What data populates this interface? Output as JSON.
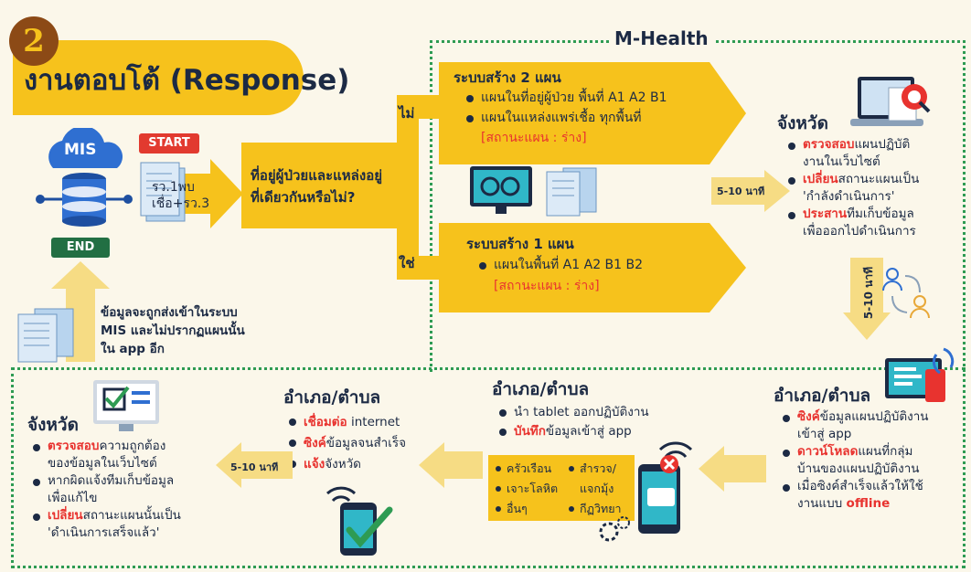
{
  "step_number": "2",
  "title": "งานตอบโต้ (Response)",
  "mhealth_label": "M-Health",
  "left": {
    "mis_label": "MIS",
    "start_label": "START",
    "end_label": "END",
    "forms_line1": "รว.1พบ",
    "forms_line2": "เชื่อ+รว.3",
    "question_line1": "ที่อยู่ผู้ป่วยและแหล่งอยู่",
    "question_line2": "ที่เดียวกันหรือไม่?",
    "no_label": "ไม่",
    "yes_label": "ใช่",
    "back_text_line1": "ข้อมูลจะถูกส่งเข้าในระบบ",
    "back_text_line2": "MIS และไม่ปรากฏแผนนั้น",
    "back_text_line3": "ใน app อีก"
  },
  "plan2": {
    "title": "ระบบสร้าง 2 แผน",
    "items": [
      "แผนในที่อยู่ผู้ป่วย พื้นที่ A1 A2 B1",
      "แผนในแหล่งแพร่เชื้อ ทุกพื้นที่"
    ],
    "status": "[สถานะแผน : ร่าง]"
  },
  "plan1": {
    "title": "ระบบสร้าง 1 แผน",
    "items": [
      "แผนในพื้นที่ A1 A2 B1 B2"
    ],
    "status": "[สถานะแผน : ร่าง]"
  },
  "timing": {
    "right_top": "5-10 นาที",
    "right_vertical": "5-10 นาที",
    "bottom_left": "5-10 นาที"
  },
  "province_top": {
    "title": "จังหวัด",
    "items": [
      {
        "hl": "ตรวจสอบ",
        "rest": "แผนปฏิบัติ",
        "cont": "งานในเว็บไซต์"
      },
      {
        "hl": "เปลี่ยน",
        "rest": "สถานะแผนเป็น",
        "cont": "'กำลังดำเนินการ'"
      },
      {
        "hl": "ประสาน",
        "rest": "ทีมเก็บข้อมูล",
        "cont": "เพื่อออกไปดำเนินการ"
      }
    ]
  },
  "district_right": {
    "title": "อำเภอ/ตำบล",
    "items": [
      {
        "hl": "ซิงค์",
        "rest": "ข้อมูลแผนปฏิบัติงาน",
        "cont": "เข้าสู่ app"
      },
      {
        "hl": "ดาวน์โหลด",
        "rest": "แผนที่กลุ่ม",
        "cont": "บ้านของแผนปฏิบัติงาน"
      },
      {
        "hl": "",
        "rest": "เมื่อซิงค์สำเร็จแล้วให้ใช้",
        "cont": "งานแบบ ",
        "tail": "offline"
      }
    ]
  },
  "district_mid": {
    "title": "อำเภอ/ตำบล",
    "item1": "นำ tablet ออกปฏิบัติงาน",
    "item2_hl": "บันทึก",
    "item2_rest": "ข้อมูลเข้าสู่ app",
    "grid": [
      "ครัวเรือน",
      "สำรวจ/",
      "เจาะโลหิต",
      "แจกมุ้ง",
      "อื่นๆ",
      "กีฏวิทยา"
    ]
  },
  "district_left": {
    "title": "อำเภอ/ตำบล",
    "items": [
      {
        "hl": "เชื่อมต่อ",
        "rest": " internet"
      },
      {
        "hl": "ซิงค์",
        "rest": "ข้อมูลจนสำเร็จ"
      },
      {
        "hl": "แจ้ง",
        "rest": "จังหวัด"
      }
    ]
  },
  "province_bottom": {
    "title": "จังหวัด",
    "items": [
      {
        "hl": "ตรวจสอบ",
        "rest": "ความถูกต้อง",
        "cont": "ของข้อมูลในเว็บไซต์"
      },
      {
        "hl": "",
        "rest": "หากผิดแจ้งทีมเก็บข้อมูล",
        "cont": "เพื่อแก้ไข"
      },
      {
        "hl": "เปลี่ยน",
        "rest": "สถานะแผนนั้นเป็น",
        "cont": "'ดำเนินการเสร็จแล้ว'"
      }
    ]
  },
  "colors": {
    "yellow": "#f6c21c",
    "arrow_pale": "#f6dc84",
    "green_dots": "#2e9b53",
    "red": "#e8332f",
    "navy": "#1c2a44",
    "brown": "#8c4a16"
  }
}
